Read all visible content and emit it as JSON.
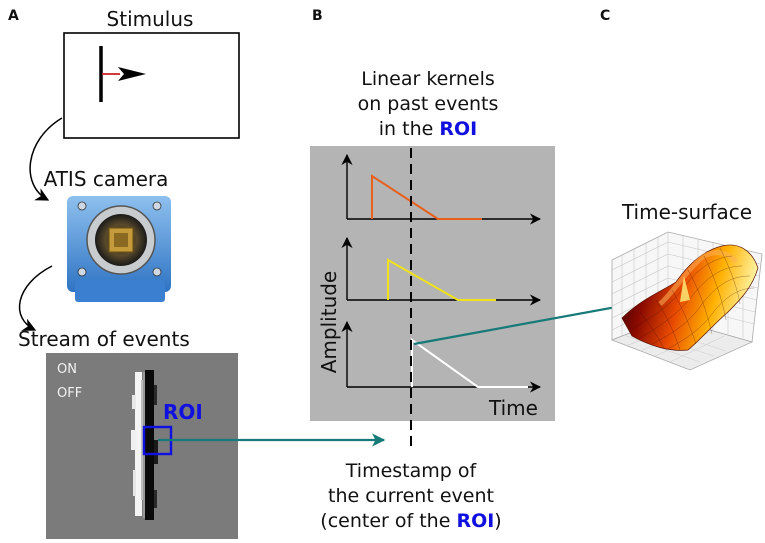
{
  "panels": {
    "a": "A",
    "b": "B",
    "c": "C"
  },
  "panel_a": {
    "stimulus_title": "Stimulus",
    "camera_label": "ATIS camera",
    "stream_label": "Stream of events",
    "on_label": "ON",
    "off_label": "OFF",
    "roi_label": "ROI"
  },
  "panel_b": {
    "title_line1": "Linear kernels",
    "title_line2": "on past events",
    "title_line3_prefix": "in the ",
    "title_line3_roi": "ROI",
    "y_axis_label": "Amplitude",
    "x_axis_label": "Time",
    "timestamp_line1": "Timestamp of",
    "timestamp_line2": "the current event",
    "timestamp_line3_prefix": "(center of the ",
    "timestamp_line3_roi": "ROI",
    "timestamp_line3_suffix": ")"
  },
  "panel_c": {
    "title": "Time-surface"
  },
  "colors": {
    "roi": "#1010e0",
    "arrow_teal": "#167a78",
    "kernel_1": "#e8601c",
    "kernel_2": "#f0e21a",
    "kernel_3": "#ffffff",
    "stimulus_arrow": "#cc1f1f",
    "camera_blue": "#3d86d6"
  }
}
